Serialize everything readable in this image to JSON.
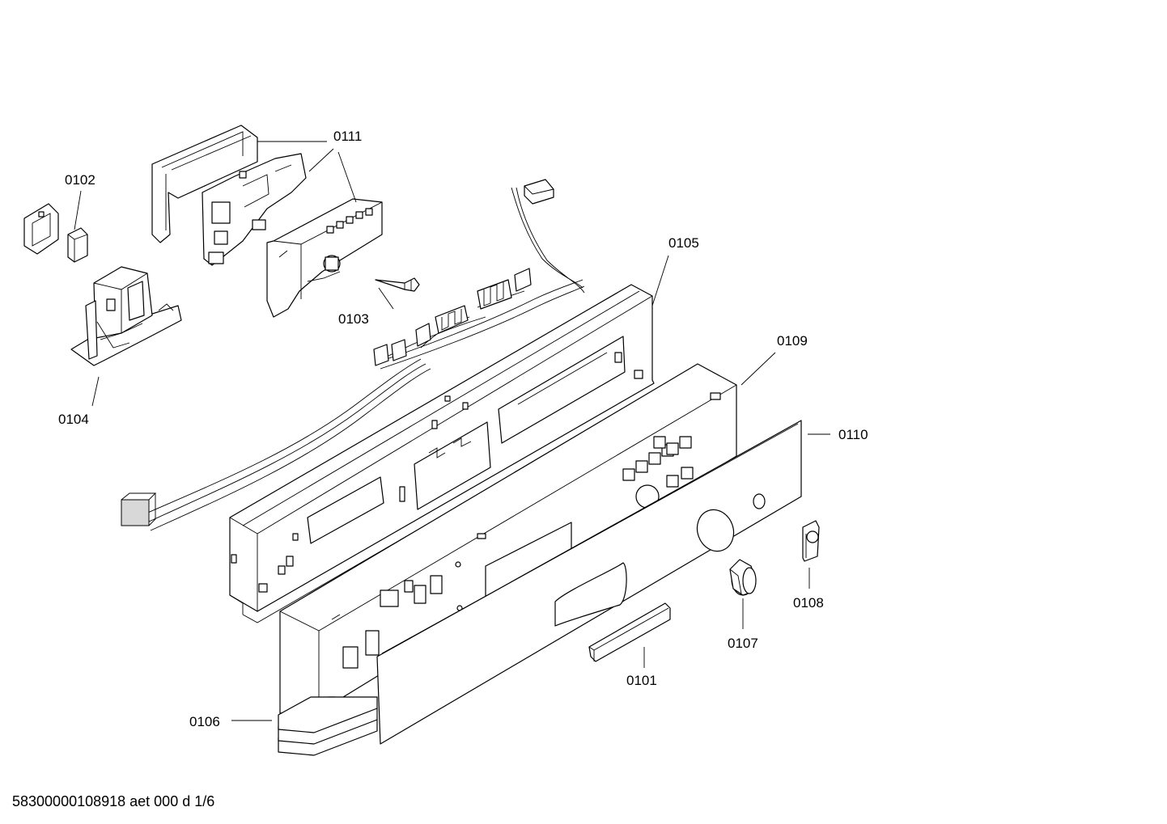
{
  "diagram": {
    "callouts": [
      {
        "id": "0101",
        "label": "0101"
      },
      {
        "id": "0102",
        "label": "0102"
      },
      {
        "id": "0103",
        "label": "0103"
      },
      {
        "id": "0104",
        "label": "0104"
      },
      {
        "id": "0105",
        "label": "0105"
      },
      {
        "id": "0106",
        "label": "0106"
      },
      {
        "id": "0107",
        "label": "0107"
      },
      {
        "id": "0108",
        "label": "0108"
      },
      {
        "id": "0109",
        "label": "0109"
      },
      {
        "id": "0110",
        "label": "0110"
      },
      {
        "id": "0111",
        "label": "0111"
      }
    ]
  },
  "footer": {
    "code": "58300000108918 aet 000 d 1/6"
  }
}
